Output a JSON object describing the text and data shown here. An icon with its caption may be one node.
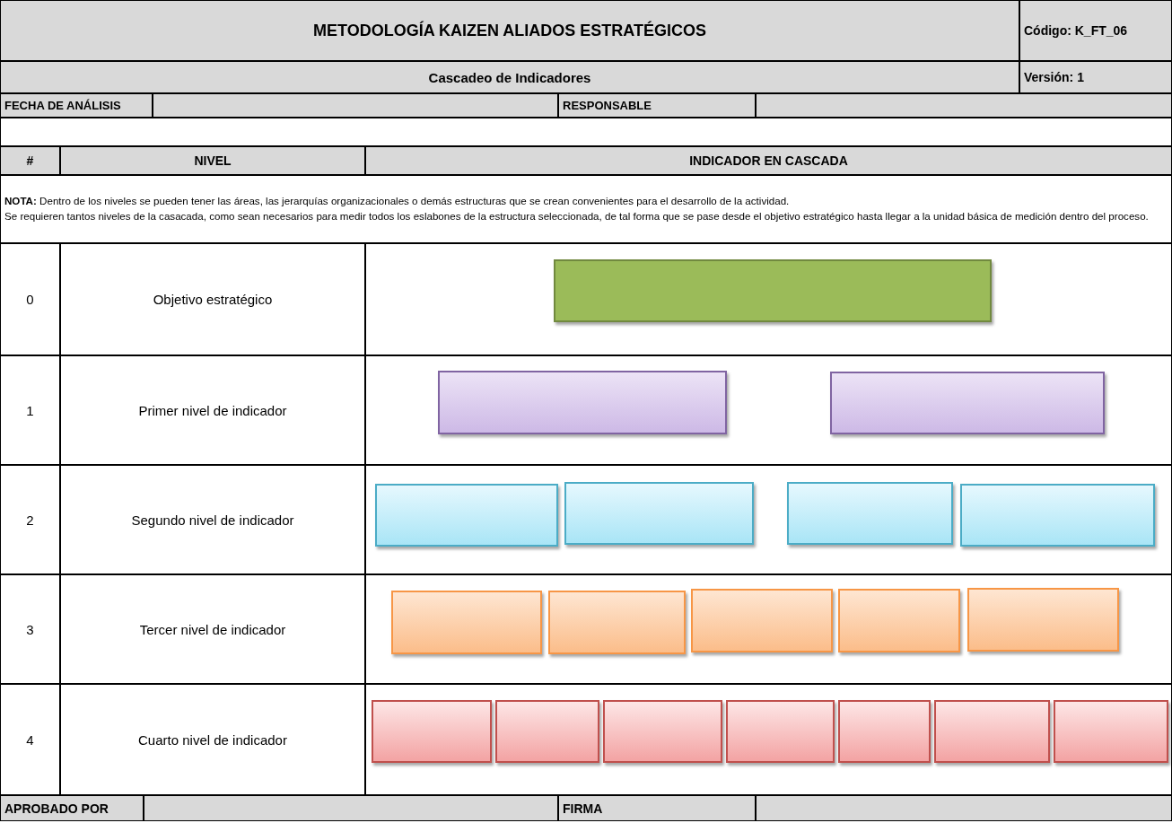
{
  "diagram": {
    "title": "METODOLOGÍA KAIZEN ALIADOS ESTRATÉGICOS",
    "nodes": [
      {
        "text": [],
        "shape": "box"
      },
      {
        "text": [],
        "shape": "box"
      },
      {
        "text": [],
        "shape": "box"
      },
      {
        "text": [],
        "shape": "box"
      },
      {
        "text": [],
        "shape": "box"
      },
      {
        "text": [],
        "shape": "box"
      },
      {
        "text": [],
        "shape": "box"
      },
      {
        "text": [],
        "shape": "box"
      },
      {
        "text": [],
        "shape": "box"
      },
      {
        "text": [],
        "shape": "box"
      },
      {
        "text": [],
        "shape": "box"
      },
      {
        "text": [],
        "shape": "box"
      },
      {
        "text": [],
        "shape": "box"
      },
      {
        "text": [],
        "shape": "box"
      },
      {
        "text": [],
        "shape": "box"
      },
      {
        "text": [],
        "shape": "box"
      },
      {
        "text": [],
        "shape": "box"
      },
      {
        "text": [],
        "shape": "box"
      },
      {
        "text": [],
        "shape": "box"
      }
    ],
    "labels": [
      "Código: K_FT_06",
      "Cascadeo de Indicadores",
      "Versión: 1",
      "FECHA DE ANÁLISIS",
      "RESPONSABLE",
      "#",
      "NIVEL",
      "INDICADOR EN CASCADA",
      "**NOTA:** Dentro de los niveles se pueden tener las áreas, las jerarquías organizacionales o demás estructuras que se crean convenientes para el desarrollo de la actividad.",
      "Se requieren tantos niveles de la casacada, como sean necesarios para medir todos los eslabones de la estructura seleccionada, de tal forma que se pase desde el objetivo estratégico hasta llegar a la unidad básica de medición dentro del proceso.",
      "0",
      "Objetivo estratégico",
      "1",
      "Primer nivel de indicador",
      "2",
      "Segundo nivel de indicador",
      "3",
      "Tercer nivel de indicador",
      "4",
      "Cuarto nivel de indicador",
      "APROBADO POR",
      "FIRMA"
    ]
  }
}
